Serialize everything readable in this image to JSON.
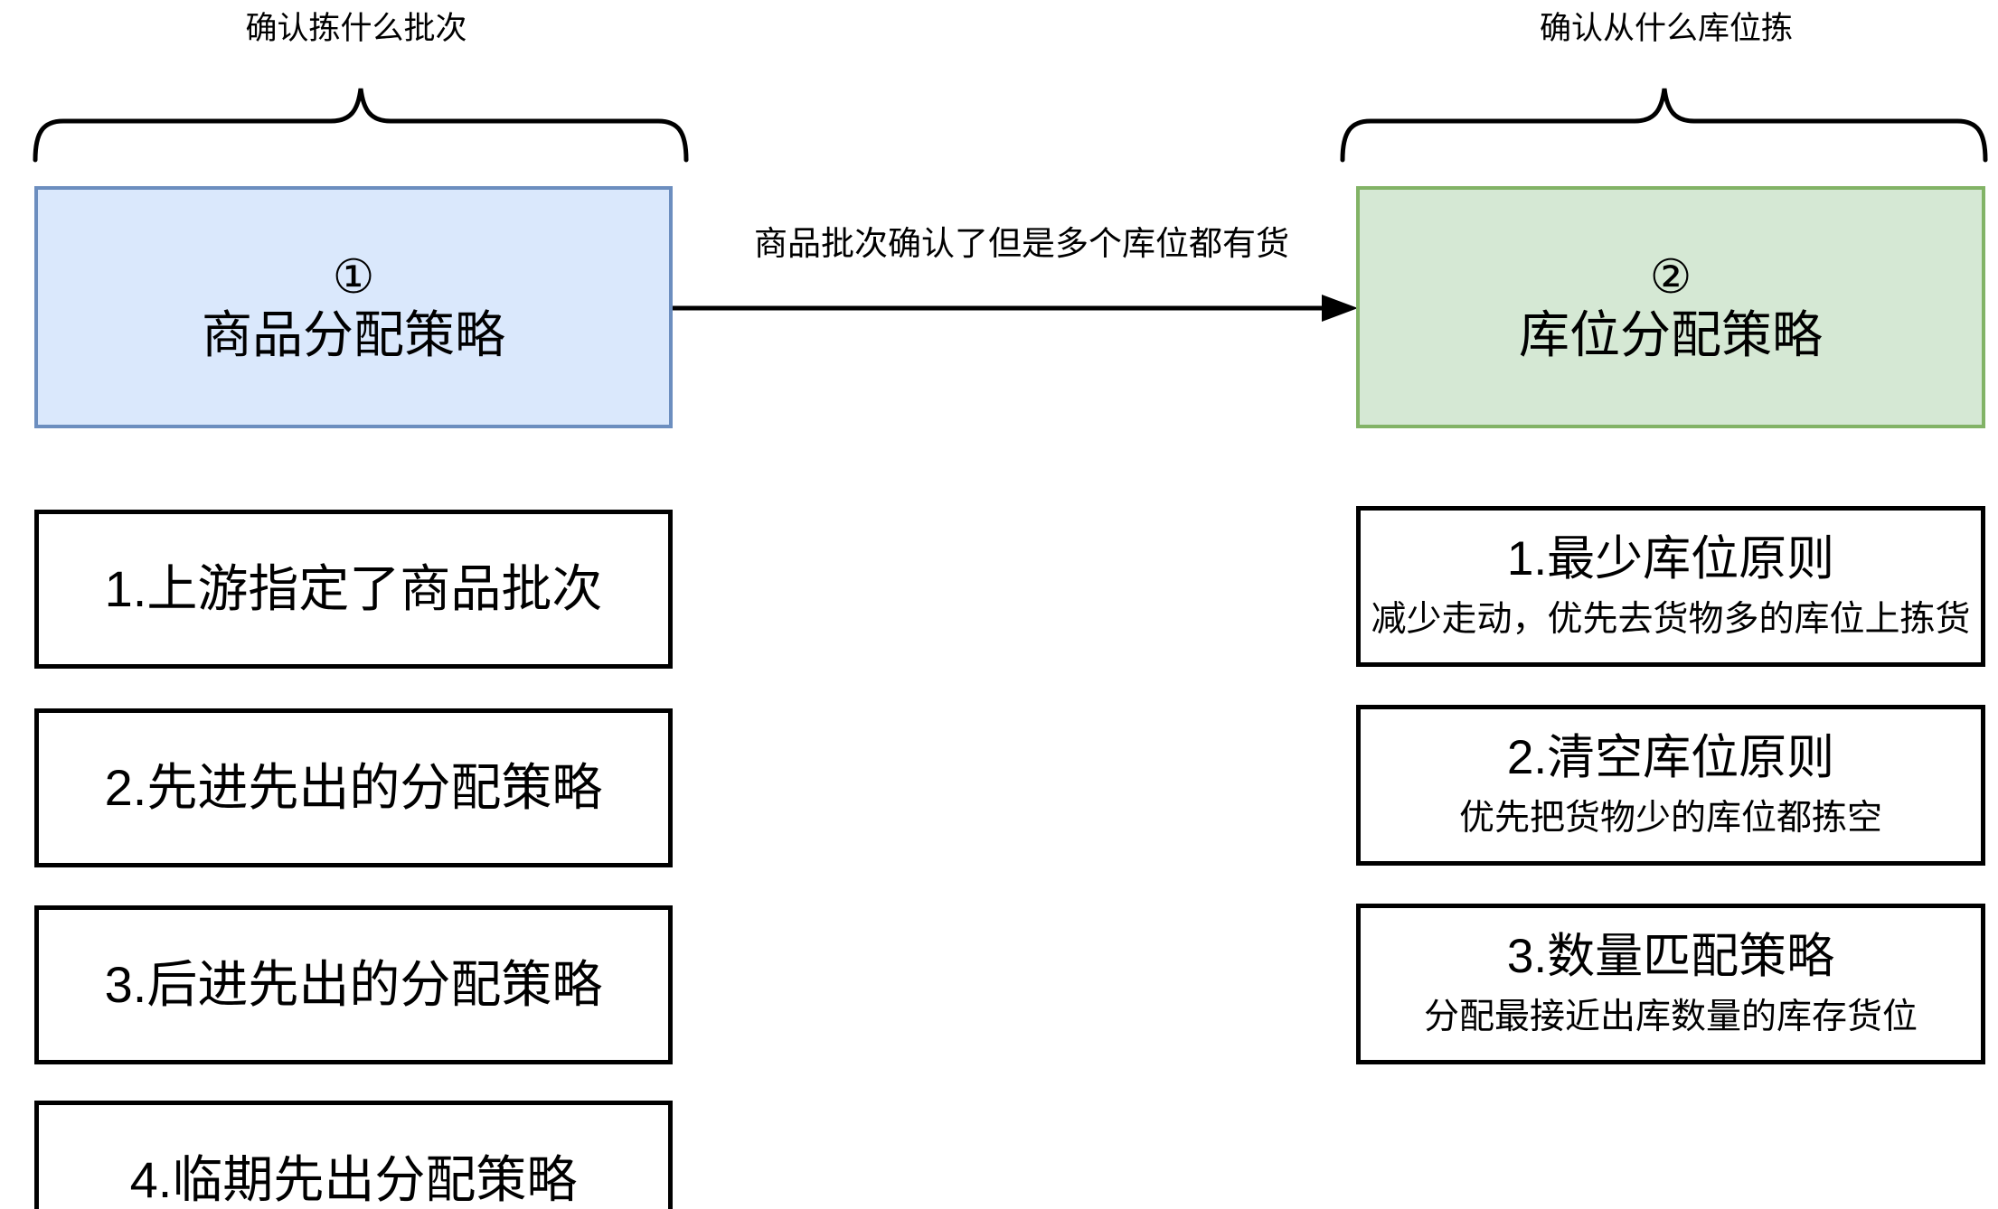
{
  "left": {
    "brace_label": "确认拣什么批次",
    "header": {
      "number": "①",
      "title": "商品分配策略"
    },
    "items": [
      "1.上游指定了商品批次",
      "2.先进先出的分配策略",
      "3.后进先出的分配策略",
      "4.临期先出分配策略"
    ]
  },
  "arrow": {
    "label": "商品批次确认了但是多个库位都有货"
  },
  "right": {
    "brace_label": "确认从什么库位拣",
    "header": {
      "number": "②",
      "title": "库位分配策略"
    },
    "items": [
      {
        "title": "1.最少库位原则",
        "subtitle": "减少走动，优先去货物多的库位上拣货"
      },
      {
        "title": "2.清空库位原则",
        "subtitle": "优先把货物少的库位都拣空"
      },
      {
        "title": "3.数量匹配策略",
        "subtitle": "分配最接近出库数量的库存货位"
      }
    ]
  },
  "colors": {
    "product_box_fill": "#dae8fc",
    "product_box_border": "#6c8ebf",
    "location_box_fill": "#d5e8d4",
    "location_box_border": "#82b366",
    "item_box_border": "#000000",
    "text_color": "#000000",
    "background": "#ffffff"
  }
}
